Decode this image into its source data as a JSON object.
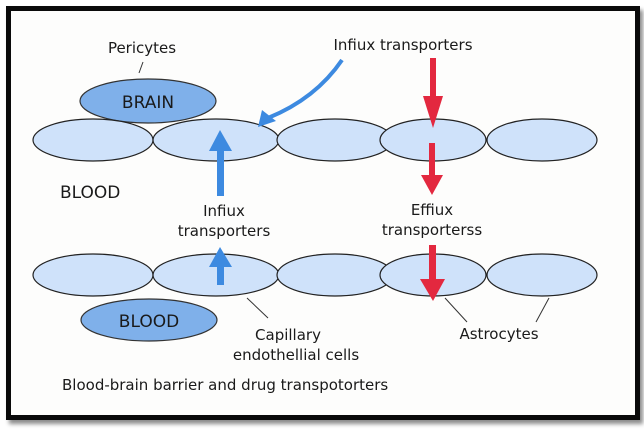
{
  "diagram": {
    "caption": "Blood-brain barrier and drug transpotorters",
    "labels": {
      "pericytes": "Pericytes",
      "brain": "BRAIN",
      "influx_top": "Infiux transporters",
      "blood_side": "BLOOD",
      "influx_mid_line1": "Infiux",
      "influx_mid_line2": "transporters",
      "efflux_mid_line1": "Effiux",
      "efflux_mid_line2": "transporterss",
      "blood_bottom": "BLOOD",
      "capillary_line1": "Capillary",
      "capillary_line2": "endothellial cells",
      "astrocytes": "Astrocytes"
    },
    "colors": {
      "cell_fill": "#cfe2fa",
      "compartment_fill": "#7fb0ea",
      "influx_arrow": "#3d8ae0",
      "efflux_arrow": "#e3283f",
      "outline": "#222222"
    },
    "rows": [
      {
        "name": "upper-endothelial-row",
        "cell_count": 5
      },
      {
        "name": "lower-endothelial-row",
        "cell_count": 5
      }
    ]
  }
}
